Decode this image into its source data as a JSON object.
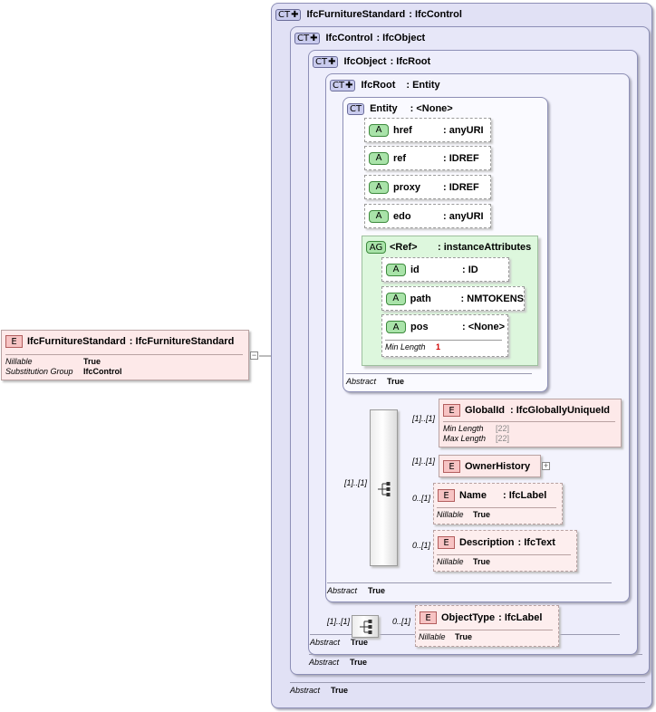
{
  "root_element": {
    "badge": "E",
    "name": "IfcFurnitureStandard",
    "type": ": IfcFurnitureStandard",
    "props": [
      {
        "key": "Nillable",
        "value": "True"
      },
      {
        "key": "Substitution Group",
        "value": "IfcControl"
      }
    ]
  },
  "ct_badge": "CT",
  "types": {
    "furniture": {
      "name": "IfcFurnitureStandard",
      "base": ": IfcControl"
    },
    "control": {
      "name": "IfcControl",
      "base": ": IfcObject"
    },
    "object": {
      "name": "IfcObject",
      "base": ": IfcRoot"
    },
    "root": {
      "name": "IfcRoot",
      "base": ": Entity"
    },
    "entity": {
      "name": "Entity",
      "base": ": <None>"
    }
  },
  "abstract_key": "Abstract",
  "abstract_value": "True",
  "attributes": [
    {
      "badge": "A",
      "name": "href",
      "type": ": anyURI"
    },
    {
      "badge": "A",
      "name": "ref",
      "type": ": IDREF"
    },
    {
      "badge": "A",
      "name": "proxy",
      "type": ": IDREF"
    },
    {
      "badge": "A",
      "name": "edo",
      "type": ": anyURI"
    }
  ],
  "attribute_group": {
    "badge": "AG",
    "name": "<Ref>",
    "type": ": instanceAttributes",
    "attributes": [
      {
        "badge": "A",
        "name": "id",
        "type": ": ID"
      },
      {
        "badge": "A",
        "name": "path",
        "type": ": NMTOKENS"
      },
      {
        "badge": "A",
        "name": "pos",
        "type": ": <None>",
        "prop_key": "Min Length",
        "prop_value": "1"
      }
    ]
  },
  "root_sequence": {
    "cardinality": "[1]..[1]",
    "elements": [
      {
        "badge": "E",
        "name": "GlobalId",
        "type": ": IfcGloballyUniqueId",
        "card": "[1]..[1]",
        "props": [
          {
            "key": "Min Length",
            "value": "[22]"
          },
          {
            "key": "Max Length",
            "value": "[22]"
          }
        ]
      },
      {
        "badge": "E",
        "name": "OwnerHistory",
        "card": "[1]..[1]",
        "expander": "+"
      },
      {
        "badge": "E",
        "name": "Name",
        "type": ": IfcLabel",
        "card": "0..[1]",
        "props": [
          {
            "key": "Nillable",
            "value": "True"
          }
        ]
      },
      {
        "badge": "E",
        "name": "Description",
        "type": ": IfcText",
        "card": "0..[1]",
        "props": [
          {
            "key": "Nillable",
            "value": "True"
          }
        ]
      }
    ]
  },
  "object_sequence": {
    "cardinality": "[1]..[1]",
    "element": {
      "badge": "E",
      "name": "ObjectType",
      "type": ": IfcLabel",
      "card": "0..[1]",
      "props": [
        {
          "key": "Nillable",
          "value": "True"
        }
      ]
    }
  },
  "collapse_symbol": "−"
}
